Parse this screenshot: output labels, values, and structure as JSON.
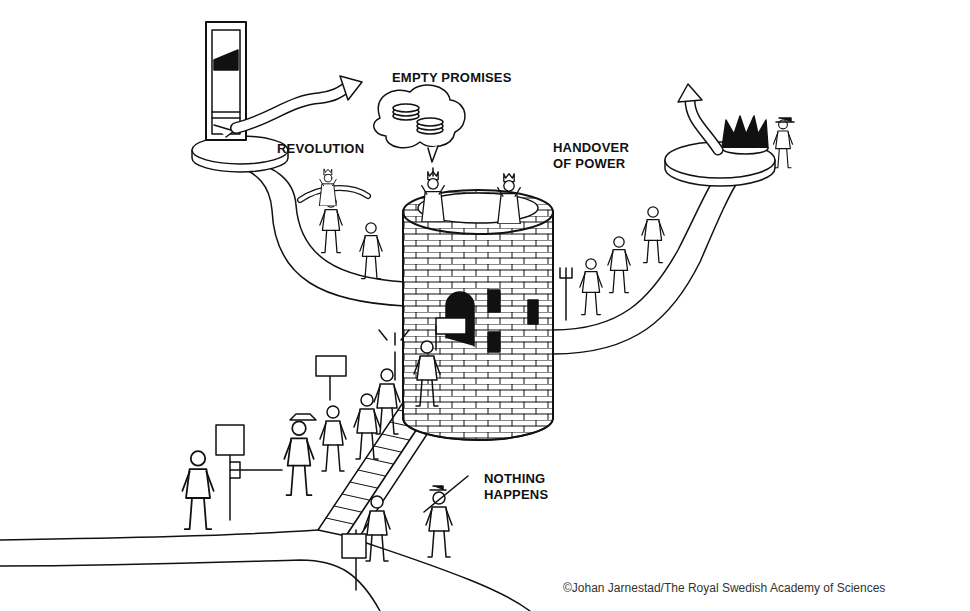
{
  "diagram": {
    "labels": [
      "EMPTY PROMISES",
      "REVOLUTION",
      "HANDOVER OF POWER",
      "NOTHING HAPPENS",
      "©Johan Jarnestad/The Royal Swedish Academy of Sciences"
    ]
  }
}
